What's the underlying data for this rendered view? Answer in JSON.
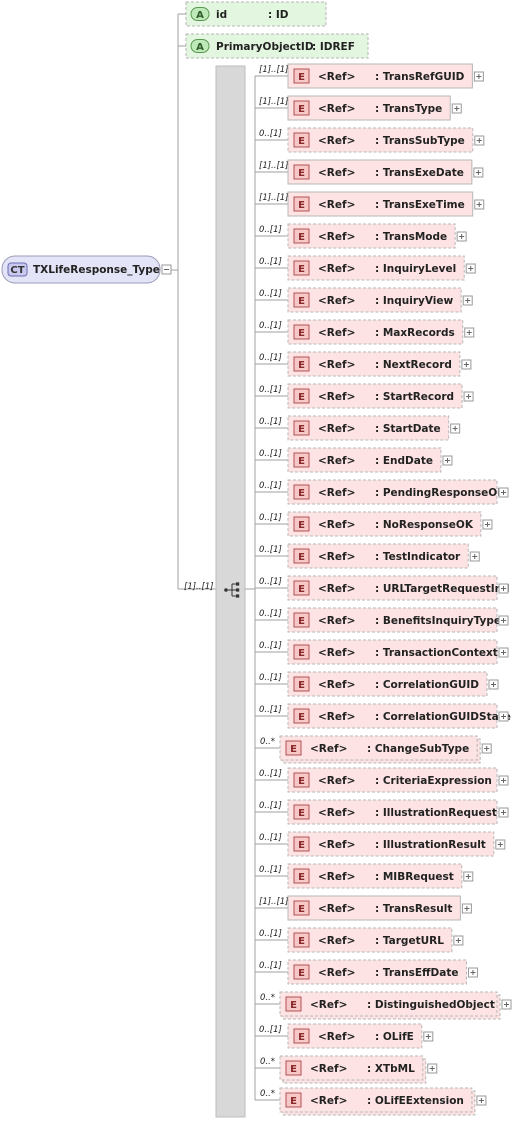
{
  "root": {
    "badge": "CT",
    "name": "TXLifeResponse_Type"
  },
  "attributes": [
    {
      "badge": "A",
      "name": "id",
      "type": ": ID"
    },
    {
      "badge": "A",
      "name": "PrimaryObjectID",
      "type": ": IDREF"
    }
  ],
  "sequence": {
    "multiplicity": "[1]..[1]"
  },
  "element_badge": "E",
  "ref_label": "<Ref>",
  "elements": [
    {
      "mult": "[1]..[1]",
      "name": ": TransRefGUID",
      "optional": false
    },
    {
      "mult": "[1]..[1]",
      "name": ": TransType",
      "optional": false
    },
    {
      "mult": "0..[1]",
      "name": ": TransSubType",
      "optional": true
    },
    {
      "mult": "[1]..[1]",
      "name": ": TransExeDate",
      "optional": false
    },
    {
      "mult": "[1]..[1]",
      "name": ": TransExeTime",
      "optional": false
    },
    {
      "mult": "0..[1]",
      "name": ": TransMode",
      "optional": true
    },
    {
      "mult": "0..[1]",
      "name": ": InquiryLevel",
      "optional": true
    },
    {
      "mult": "0..[1]",
      "name": ": InquiryView",
      "optional": true
    },
    {
      "mult": "0..[1]",
      "name": ": MaxRecords",
      "optional": true
    },
    {
      "mult": "0..[1]",
      "name": ": NextRecord",
      "optional": true
    },
    {
      "mult": "0..[1]",
      "name": ": StartRecord",
      "optional": true
    },
    {
      "mult": "0..[1]",
      "name": ": StartDate",
      "optional": true
    },
    {
      "mult": "0..[1]",
      "name": ": EndDate",
      "optional": true
    },
    {
      "mult": "0..[1]",
      "name": ": PendingResponseOK",
      "optional": true
    },
    {
      "mult": "0..[1]",
      "name": ": NoResponseOK",
      "optional": true
    },
    {
      "mult": "0..[1]",
      "name": ": TestIndicator",
      "optional": true
    },
    {
      "mult": "0..[1]",
      "name": ": URLTargetRequestInd",
      "optional": true
    },
    {
      "mult": "0..[1]",
      "name": ": BenefitsInquiryType",
      "optional": true
    },
    {
      "mult": "0..[1]",
      "name": ": TransactionContext",
      "optional": true
    },
    {
      "mult": "0..[1]",
      "name": ": CorrelationGUID",
      "optional": true
    },
    {
      "mult": "0..[1]",
      "name": ": CorrelationGUIDState",
      "optional": true
    },
    {
      "mult": "0..*",
      "name": ": ChangeSubType",
      "optional": true
    },
    {
      "mult": "0..[1]",
      "name": ": CriteriaExpression",
      "optional": true
    },
    {
      "mult": "0..[1]",
      "name": ": IllustrationRequest",
      "optional": true
    },
    {
      "mult": "0..[1]",
      "name": ": IllustrationResult",
      "optional": true
    },
    {
      "mult": "0..[1]",
      "name": ": MIBRequest",
      "optional": true
    },
    {
      "mult": "[1]..[1]",
      "name": ": TransResult",
      "optional": false
    },
    {
      "mult": "0..[1]",
      "name": ": TargetURL",
      "optional": true
    },
    {
      "mult": "0..[1]",
      "name": ": TransEffDate",
      "optional": true
    },
    {
      "mult": "0..*",
      "name": ": DistinguishedObject",
      "optional": true
    },
    {
      "mult": "0..[1]",
      "name": ": OLifE",
      "optional": true
    },
    {
      "mult": "0..*",
      "name": ": XTbML",
      "optional": true
    },
    {
      "mult": "0..*",
      "name": ": OLifEExtension",
      "optional": true
    }
  ],
  "colors": {
    "element_fill": "#fde3e3",
    "element_stroke": "#b7b7b7",
    "badge_fill": "#f8c7c7",
    "badge_stroke": "#b05050",
    "attr_fill": "#e3f7e0",
    "attr_badge_fill": "#bfe8b8",
    "attr_badge_stroke": "#5a9a50",
    "ct_fill": "#e4e4f8",
    "ct_badge_fill": "#c9c9f0",
    "ct_badge_stroke": "#6a6ab0",
    "connector": "#a0a0a0",
    "seq_bar": "#d8d8d8"
  }
}
